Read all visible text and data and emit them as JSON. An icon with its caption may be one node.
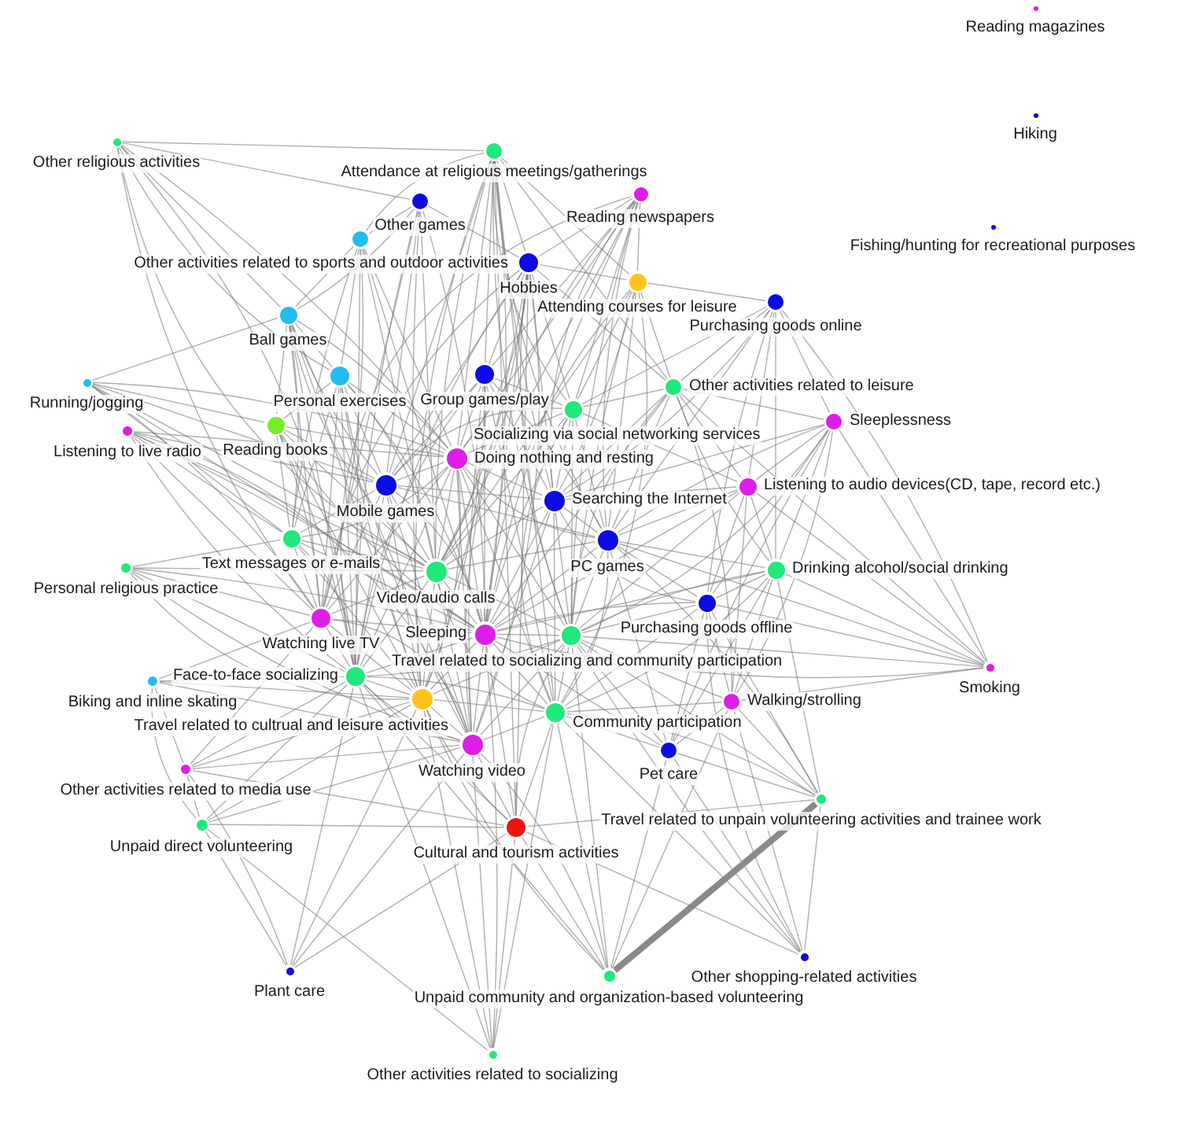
{
  "diagram": {
    "nodes": [
      {
        "text": [],
        "shape": "circle",
        "beside": [
          "Reading magazines"
        ]
      },
      {
        "text": [],
        "shape": "circle",
        "beside": [
          "Hiking"
        ]
      },
      {
        "text": [],
        "shape": "circle",
        "beside": [
          "Other religious activities"
        ]
      },
      {
        "text": [],
        "shape": "circle",
        "beside": [
          "Attendance at religious meetings/gatherings"
        ]
      },
      {
        "text": [],
        "shape": "circle",
        "beside": [
          "Reading newspapers"
        ]
      },
      {
        "text": [],
        "shape": "circle",
        "beside": [
          "Other games"
        ]
      },
      {
        "text": [],
        "shape": "circle",
        "beside": [
          "Fishing/hunting for recreational purposes"
        ]
      },
      {
        "text": [],
        "shape": "circle",
        "beside": [
          "Other activities related to sports and outdoor activities"
        ]
      },
      {
        "text": [],
        "shape": "circle",
        "beside": [
          "Hobbies"
        ]
      },
      {
        "text": [],
        "shape": "circle",
        "beside": [
          "Attending courses for leisure"
        ]
      },
      {
        "text": [],
        "shape": "circle",
        "beside": [
          "Purchasing goods online"
        ]
      },
      {
        "text": [],
        "shape": "circle",
        "beside": [
          "Ball games"
        ]
      },
      {
        "text": [],
        "shape": "circle",
        "beside": [
          "Group games/play"
        ]
      },
      {
        "text": [],
        "shape": "circle",
        "beside": [
          "Personal exercises"
        ]
      },
      {
        "text": [],
        "shape": "circle",
        "beside": [
          "Running/jogging"
        ]
      },
      {
        "text": [],
        "shape": "circle",
        "beside": [
          "Other activities related to leisure"
        ]
      },
      {
        "text": [],
        "shape": "circle",
        "beside": [
          "Socializing via social networking services"
        ]
      },
      {
        "text": [],
        "shape": "circle",
        "beside": [
          "Sleeplessness"
        ]
      },
      {
        "text": [],
        "shape": "circle",
        "beside": [
          "Reading books"
        ]
      },
      {
        "text": [],
        "shape": "circle",
        "beside": [
          "Listening to live radio"
        ]
      },
      {
        "text": [],
        "shape": "circle",
        "beside": [
          "Doing nothing and resting"
        ]
      },
      {
        "text": [],
        "shape": "circle",
        "beside": [
          "Mobile games"
        ]
      },
      {
        "text": [],
        "shape": "circle",
        "beside": [
          "Listening to audio devices(CD, tape, record etc.)"
        ]
      },
      {
        "text": [],
        "shape": "circle",
        "beside": [
          "Searching the Internet"
        ]
      },
      {
        "text": [],
        "shape": "circle",
        "beside": [
          "Text messages or e-mails"
        ]
      },
      {
        "text": [],
        "shape": "circle",
        "beside": [
          "PC games"
        ]
      },
      {
        "text": [],
        "shape": "circle",
        "beside": [
          "Personal religious practice"
        ]
      },
      {
        "text": [],
        "shape": "circle",
        "beside": [
          "Drinking alcohol/social drinking"
        ]
      },
      {
        "text": [],
        "shape": "circle",
        "beside": [
          "Video/audio calls"
        ]
      },
      {
        "text": [],
        "shape": "circle",
        "beside": [
          "Purchasing goods offline"
        ]
      },
      {
        "text": [],
        "shape": "circle",
        "beside": [
          "Watching live TV"
        ]
      },
      {
        "text": [],
        "shape": "circle",
        "beside": [
          "Sleeping"
        ]
      },
      {
        "text": [],
        "shape": "circle",
        "beside": [
          "Travel related to socializing and community participation"
        ]
      },
      {
        "text": [],
        "shape": "circle",
        "beside": [
          "Smoking"
        ]
      },
      {
        "text": [],
        "shape": "circle",
        "beside": [
          "Face-to-face socializing"
        ]
      },
      {
        "text": [],
        "shape": "circle",
        "beside": [
          "Biking and inline skating"
        ]
      },
      {
        "text": [],
        "shape": "circle",
        "beside": [
          "Travel related to cultrual and leisure activities"
        ]
      },
      {
        "text": [],
        "shape": "circle",
        "beside": [
          "Walking/strolling"
        ]
      },
      {
        "text": [],
        "shape": "circle",
        "beside": [
          "Community participation"
        ]
      },
      {
        "text": [],
        "shape": "circle",
        "beside": [
          "Watching video"
        ]
      },
      {
        "text": [],
        "shape": "circle",
        "beside": [
          "Pet care"
        ]
      },
      {
        "text": [],
        "shape": "circle",
        "beside": [
          "Other activities related to media use"
        ]
      },
      {
        "text": [],
        "shape": "circle",
        "beside": [
          "Travel related to unpain volunteering activities and trainee work"
        ]
      },
      {
        "text": [],
        "shape": "circle",
        "beside": [
          "Unpaid direct volunteering"
        ]
      },
      {
        "text": [],
        "shape": "circle",
        "beside": [
          "Cultural and tourism activities"
        ]
      },
      {
        "text": [],
        "shape": "circle",
        "beside": [
          "Other shopping-related activities"
        ]
      },
      {
        "text": [],
        "shape": "circle",
        "beside": [
          "Plant care"
        ]
      },
      {
        "text": [],
        "shape": "circle",
        "beside": [
          "Unpaid community and organization-based volunteering"
        ]
      },
      {
        "text": [],
        "shape": "circle",
        "beside": [
          "Other activities related to socializing"
        ]
      }
    ],
    "edges": [
      {
        "from": 2,
        "to": 3,
        "arrow": "none"
      },
      {
        "from": 2,
        "to": 5,
        "arrow": "none"
      },
      {
        "from": 2,
        "to": 11,
        "arrow": "none"
      },
      {
        "from": 2,
        "to": 13,
        "arrow": "none"
      },
      {
        "from": 2,
        "to": 20,
        "arrow": "none"
      },
      {
        "from": 2,
        "to": 28,
        "arrow": "none"
      },
      {
        "from": 2,
        "to": 30,
        "arrow": "none"
      },
      {
        "from": 2,
        "to": 34,
        "arrow": "none"
      },
      {
        "from": 3,
        "to": 7,
        "arrow": "none"
      },
      {
        "from": 3,
        "to": 8,
        "arrow": "none"
      },
      {
        "from": 3,
        "to": 9,
        "arrow": "none"
      },
      {
        "from": 3,
        "to": 12,
        "arrow": "none"
      },
      {
        "from": 3,
        "to": 15,
        "arrow": "none"
      },
      {
        "from": 3,
        "to": 16,
        "arrow": "none"
      },
      {
        "from": 3,
        "to": 20,
        "arrow": "none"
      },
      {
        "from": 3,
        "to": 21,
        "arrow": "none"
      },
      {
        "from": 3,
        "to": 23,
        "arrow": "none"
      },
      {
        "from": 3,
        "to": 25,
        "arrow": "none"
      },
      {
        "from": 3,
        "to": 28,
        "arrow": "none"
      },
      {
        "from": 3,
        "to": 31,
        "arrow": "none"
      },
      {
        "from": 3,
        "to": 32,
        "arrow": "none"
      },
      {
        "from": 3,
        "to": 36,
        "arrow": "none"
      },
      {
        "from": 3,
        "to": 38,
        "arrow": "none"
      },
      {
        "from": 3,
        "to": 44,
        "arrow": "none"
      },
      {
        "from": 4,
        "to": 8,
        "arrow": "none"
      },
      {
        "from": 4,
        "to": 9,
        "arrow": "none"
      },
      {
        "from": 4,
        "to": 12,
        "arrow": "none"
      },
      {
        "from": 4,
        "to": 16,
        "arrow": "none"
      },
      {
        "from": 4,
        "to": 20,
        "arrow": "none"
      },
      {
        "from": 4,
        "to": 23,
        "arrow": "none"
      },
      {
        "from": 4,
        "to": 25,
        "arrow": "none"
      },
      {
        "from": 4,
        "to": 28,
        "arrow": "none"
      },
      {
        "from": 4,
        "to": 31,
        "arrow": "none"
      },
      {
        "from": 4,
        "to": 32,
        "arrow": "none"
      },
      {
        "from": 4,
        "to": 34,
        "arrow": "none"
      },
      {
        "from": 4,
        "to": 39,
        "arrow": "none"
      },
      {
        "from": 5,
        "to": 7,
        "arrow": "none"
      },
      {
        "from": 5,
        "to": 8,
        "arrow": "none"
      },
      {
        "from": 5,
        "to": 11,
        "arrow": "none"
      },
      {
        "from": 5,
        "to": 21,
        "arrow": "none"
      },
      {
        "from": 5,
        "to": 28,
        "arrow": "none"
      },
      {
        "from": 5,
        "to": 30,
        "arrow": "none"
      },
      {
        "from": 5,
        "to": 31,
        "arrow": "none"
      },
      {
        "from": 5,
        "to": 34,
        "arrow": "none"
      },
      {
        "from": 5,
        "to": 36,
        "arrow": "none"
      },
      {
        "from": 7,
        "to": 11,
        "arrow": "none"
      },
      {
        "from": 7,
        "to": 13,
        "arrow": "none"
      },
      {
        "from": 7,
        "to": 20,
        "arrow": "none"
      },
      {
        "from": 7,
        "to": 24,
        "arrow": "none"
      },
      {
        "from": 7,
        "to": 28,
        "arrow": "none"
      },
      {
        "from": 7,
        "to": 30,
        "arrow": "none"
      },
      {
        "from": 7,
        "to": 31,
        "arrow": "none"
      },
      {
        "from": 7,
        "to": 34,
        "arrow": "none"
      },
      {
        "from": 8,
        "to": 9,
        "arrow": "none"
      },
      {
        "from": 8,
        "to": 12,
        "arrow": "none"
      },
      {
        "from": 8,
        "to": 15,
        "arrow": "none"
      },
      {
        "from": 8,
        "to": 16,
        "arrow": "none"
      },
      {
        "from": 8,
        "to": 20,
        "arrow": "none"
      },
      {
        "from": 8,
        "to": 21,
        "arrow": "none"
      },
      {
        "from": 8,
        "to": 23,
        "arrow": "none"
      },
      {
        "from": 8,
        "to": 28,
        "arrow": "none"
      },
      {
        "from": 8,
        "to": 30,
        "arrow": "none"
      },
      {
        "from": 8,
        "to": 31,
        "arrow": "none"
      },
      {
        "from": 8,
        "to": 32,
        "arrow": "none"
      },
      {
        "from": 8,
        "to": 34,
        "arrow": "none"
      },
      {
        "from": 8,
        "to": 36,
        "arrow": "none"
      },
      {
        "from": 8,
        "to": 39,
        "arrow": "none"
      },
      {
        "from": 8,
        "to": 44,
        "arrow": "none"
      },
      {
        "from": 9,
        "to": 10,
        "arrow": "none"
      },
      {
        "from": 9,
        "to": 15,
        "arrow": "none"
      },
      {
        "from": 9,
        "to": 16,
        "arrow": "none"
      },
      {
        "from": 9,
        "to": 23,
        "arrow": "none"
      },
      {
        "from": 9,
        "to": 25,
        "arrow": "none"
      },
      {
        "from": 9,
        "to": 28,
        "arrow": "none"
      },
      {
        "from": 9,
        "to": 31,
        "arrow": "none"
      },
      {
        "from": 9,
        "to": 32,
        "arrow": "none"
      },
      {
        "from": 9,
        "to": 38,
        "arrow": "none"
      },
      {
        "from": 10,
        "to": 15,
        "arrow": "none"
      },
      {
        "from": 10,
        "to": 16,
        "arrow": "none"
      },
      {
        "from": 10,
        "to": 17,
        "arrow": "none"
      },
      {
        "from": 10,
        "to": 22,
        "arrow": "none"
      },
      {
        "from": 10,
        "to": 23,
        "arrow": "none"
      },
      {
        "from": 10,
        "to": 25,
        "arrow": "none"
      },
      {
        "from": 10,
        "to": 27,
        "arrow": "none"
      },
      {
        "from": 10,
        "to": 29,
        "arrow": "none"
      },
      {
        "from": 10,
        "to": 33,
        "arrow": "none"
      },
      {
        "from": 11,
        "to": 13,
        "arrow": "none"
      },
      {
        "from": 11,
        "to": 14,
        "arrow": "none"
      },
      {
        "from": 11,
        "to": 18,
        "arrow": "none"
      },
      {
        "from": 11,
        "to": 20,
        "arrow": "none"
      },
      {
        "from": 11,
        "to": 21,
        "arrow": "none"
      },
      {
        "from": 11,
        "to": 24,
        "arrow": "none"
      },
      {
        "from": 11,
        "to": 28,
        "arrow": "none"
      },
      {
        "from": 11,
        "to": 30,
        "arrow": "none"
      },
      {
        "from": 11,
        "to": 34,
        "arrow": "none"
      },
      {
        "from": 11,
        "to": 36,
        "arrow": "none"
      },
      {
        "from": 11,
        "to": 39,
        "arrow": "none"
      },
      {
        "from": 12,
        "to": 16,
        "arrow": "none"
      },
      {
        "from": 12,
        "to": 20,
        "arrow": "none"
      },
      {
        "from": 12,
        "to": 21,
        "arrow": "none"
      },
      {
        "from": 12,
        "to": 23,
        "arrow": "none"
      },
      {
        "from": 12,
        "to": 25,
        "arrow": "none"
      },
      {
        "from": 12,
        "to": 28,
        "arrow": "none"
      },
      {
        "from": 12,
        "to": 31,
        "arrow": "none"
      },
      {
        "from": 12,
        "to": 34,
        "arrow": "none"
      },
      {
        "from": 12,
        "to": 36,
        "arrow": "none"
      },
      {
        "from": 12,
        "to": 38,
        "arrow": "none"
      },
      {
        "from": 12,
        "to": 39,
        "arrow": "none"
      },
      {
        "from": 13,
        "to": 18,
        "arrow": "none"
      },
      {
        "from": 13,
        "to": 20,
        "arrow": "none"
      },
      {
        "from": 13,
        "to": 21,
        "arrow": "none"
      },
      {
        "from": 13,
        "to": 24,
        "arrow": "none"
      },
      {
        "from": 13,
        "to": 28,
        "arrow": "none"
      },
      {
        "from": 13,
        "to": 30,
        "arrow": "none"
      },
      {
        "from": 13,
        "to": 31,
        "arrow": "none"
      },
      {
        "from": 13,
        "to": 34,
        "arrow": "none"
      },
      {
        "from": 13,
        "to": 36,
        "arrow": "none"
      },
      {
        "from": 13,
        "to": 39,
        "arrow": "none"
      },
      {
        "from": 14,
        "to": 18,
        "arrow": "none"
      },
      {
        "from": 14,
        "to": 20,
        "arrow": "none"
      },
      {
        "from": 14,
        "to": 21,
        "arrow": "none"
      },
      {
        "from": 14,
        "to": 24,
        "arrow": "none"
      },
      {
        "from": 14,
        "to": 28,
        "arrow": "none"
      },
      {
        "from": 14,
        "to": 30,
        "arrow": "none"
      },
      {
        "from": 14,
        "to": 31,
        "arrow": "none"
      },
      {
        "from": 15,
        "to": 16,
        "arrow": "none"
      },
      {
        "from": 15,
        "to": 17,
        "arrow": "none"
      },
      {
        "from": 15,
        "to": 22,
        "arrow": "none"
      },
      {
        "from": 15,
        "to": 23,
        "arrow": "none"
      },
      {
        "from": 15,
        "to": 25,
        "arrow": "none"
      },
      {
        "from": 15,
        "to": 27,
        "arrow": "none"
      },
      {
        "from": 15,
        "to": 31,
        "arrow": "none"
      },
      {
        "from": 15,
        "to": 32,
        "arrow": "none"
      },
      {
        "from": 15,
        "to": 33,
        "arrow": "none"
      },
      {
        "from": 15,
        "to": 37,
        "arrow": "none"
      },
      {
        "from": 16,
        "to": 20,
        "arrow": "none"
      },
      {
        "from": 16,
        "to": 21,
        "arrow": "none"
      },
      {
        "from": 16,
        "to": 22,
        "arrow": "none"
      },
      {
        "from": 16,
        "to": 23,
        "arrow": "none"
      },
      {
        "from": 16,
        "to": 25,
        "arrow": "none"
      },
      {
        "from": 16,
        "to": 28,
        "arrow": "none"
      },
      {
        "from": 16,
        "to": 31,
        "arrow": "none"
      },
      {
        "from": 16,
        "to": 32,
        "arrow": "none"
      },
      {
        "from": 16,
        "to": 38,
        "arrow": "none"
      },
      {
        "from": 17,
        "to": 22,
        "arrow": "none"
      },
      {
        "from": 17,
        "to": 23,
        "arrow": "none"
      },
      {
        "from": 17,
        "to": 25,
        "arrow": "none"
      },
      {
        "from": 17,
        "to": 27,
        "arrow": "none"
      },
      {
        "from": 17,
        "to": 29,
        "arrow": "none"
      },
      {
        "from": 17,
        "to": 32,
        "arrow": "none"
      },
      {
        "from": 17,
        "to": 33,
        "arrow": "none"
      },
      {
        "from": 17,
        "to": 37,
        "arrow": "none"
      },
      {
        "from": 17,
        "to": 40,
        "arrow": "none"
      },
      {
        "from": 18,
        "to": 20,
        "arrow": "none"
      },
      {
        "from": 18,
        "to": 21,
        "arrow": "none"
      },
      {
        "from": 18,
        "to": 24,
        "arrow": "none"
      },
      {
        "from": 18,
        "to": 28,
        "arrow": "none"
      },
      {
        "from": 18,
        "to": 30,
        "arrow": "none"
      },
      {
        "from": 18,
        "to": 31,
        "arrow": "none"
      },
      {
        "from": 18,
        "to": 34,
        "arrow": "none"
      },
      {
        "from": 18,
        "to": 36,
        "arrow": "none"
      },
      {
        "from": 19,
        "to": 20,
        "arrow": "none"
      },
      {
        "from": 19,
        "to": 21,
        "arrow": "none"
      },
      {
        "from": 19,
        "to": 24,
        "arrow": "none"
      },
      {
        "from": 19,
        "to": 28,
        "arrow": "none"
      },
      {
        "from": 19,
        "to": 30,
        "arrow": "none"
      },
      {
        "from": 19,
        "to": 31,
        "arrow": "none"
      },
      {
        "from": 19,
        "to": 34,
        "arrow": "none"
      },
      {
        "from": 19,
        "to": 39,
        "arrow": "none"
      },
      {
        "from": 20,
        "to": 21,
        "arrow": "none"
      },
      {
        "from": 20,
        "to": 23,
        "arrow": "none"
      },
      {
        "from": 20,
        "to": 24,
        "arrow": "none"
      },
      {
        "from": 20,
        "to": 25,
        "arrow": "none"
      },
      {
        "from": 20,
        "to": 28,
        "arrow": "none"
      },
      {
        "from": 20,
        "to": 30,
        "arrow": "none"
      },
      {
        "from": 20,
        "to": 31,
        "arrow": "none"
      },
      {
        "from": 20,
        "to": 32,
        "arrow": "none"
      },
      {
        "from": 20,
        "to": 34,
        "arrow": "none"
      },
      {
        "from": 20,
        "to": 36,
        "arrow": "none"
      },
      {
        "from": 20,
        "to": 38,
        "arrow": "none"
      },
      {
        "from": 20,
        "to": 39,
        "arrow": "none"
      },
      {
        "from": 21,
        "to": 23,
        "arrow": "none"
      },
      {
        "from": 21,
        "to": 24,
        "arrow": "none"
      },
      {
        "from": 21,
        "to": 25,
        "arrow": "none"
      },
      {
        "from": 21,
        "to": 28,
        "arrow": "none"
      },
      {
        "from": 21,
        "to": 30,
        "arrow": "none"
      },
      {
        "from": 21,
        "to": 31,
        "arrow": "none"
      },
      {
        "from": 21,
        "to": 34,
        "arrow": "none"
      },
      {
        "from": 21,
        "to": 36,
        "arrow": "none"
      },
      {
        "from": 21,
        "to": 39,
        "arrow": "none"
      },
      {
        "from": 22,
        "to": 23,
        "arrow": "none"
      },
      {
        "from": 22,
        "to": 25,
        "arrow": "none"
      },
      {
        "from": 22,
        "to": 27,
        "arrow": "none"
      },
      {
        "from": 22,
        "to": 29,
        "arrow": "none"
      },
      {
        "from": 22,
        "to": 31,
        "arrow": "none"
      },
      {
        "from": 22,
        "to": 32,
        "arrow": "none"
      },
      {
        "from": 22,
        "to": 33,
        "arrow": "none"
      },
      {
        "from": 22,
        "to": 37,
        "arrow": "none"
      },
      {
        "from": 23,
        "to": 25,
        "arrow": "none"
      },
      {
        "from": 23,
        "to": 28,
        "arrow": "none"
      },
      {
        "from": 23,
        "to": 29,
        "arrow": "none"
      },
      {
        "from": 23,
        "to": 31,
        "arrow": "none"
      },
      {
        "from": 23,
        "to": 32,
        "arrow": "none"
      },
      {
        "from": 23,
        "to": 38,
        "arrow": "none"
      },
      {
        "from": 23,
        "to": 39,
        "arrow": "none"
      },
      {
        "from": 24,
        "to": 26,
        "arrow": "none"
      },
      {
        "from": 24,
        "to": 28,
        "arrow": "none"
      },
      {
        "from": 24,
        "to": 30,
        "arrow": "none"
      },
      {
        "from": 24,
        "to": 31,
        "arrow": "none"
      },
      {
        "from": 24,
        "to": 34,
        "arrow": "none"
      },
      {
        "from": 24,
        "to": 36,
        "arrow": "none"
      },
      {
        "from": 25,
        "to": 27,
        "arrow": "none"
      },
      {
        "from": 25,
        "to": 28,
        "arrow": "none"
      },
      {
        "from": 25,
        "to": 29,
        "arrow": "none"
      },
      {
        "from": 25,
        "to": 31,
        "arrow": "none"
      },
      {
        "from": 25,
        "to": 32,
        "arrow": "none"
      },
      {
        "from": 25,
        "to": 33,
        "arrow": "none"
      },
      {
        "from": 25,
        "to": 38,
        "arrow": "none"
      },
      {
        "from": 25,
        "to": 40,
        "arrow": "none"
      },
      {
        "from": 25,
        "to": 42,
        "arrow": "none"
      },
      {
        "from": 26,
        "to": 28,
        "arrow": "none"
      },
      {
        "from": 26,
        "to": 30,
        "arrow": "none"
      },
      {
        "from": 26,
        "to": 31,
        "arrow": "none"
      },
      {
        "from": 26,
        "to": 34,
        "arrow": "none"
      },
      {
        "from": 26,
        "to": 36,
        "arrow": "none"
      },
      {
        "from": 26,
        "to": 39,
        "arrow": "none"
      },
      {
        "from": 27,
        "to": 29,
        "arrow": "none"
      },
      {
        "from": 27,
        "to": 31,
        "arrow": "none"
      },
      {
        "from": 27,
        "to": 32,
        "arrow": "none"
      },
      {
        "from": 27,
        "to": 33,
        "arrow": "none"
      },
      {
        "from": 27,
        "to": 37,
        "arrow": "none"
      },
      {
        "from": 27,
        "to": 38,
        "arrow": "none"
      },
      {
        "from": 27,
        "to": 40,
        "arrow": "none"
      },
      {
        "from": 27,
        "to": 42,
        "arrow": "none"
      },
      {
        "from": 28,
        "to": 30,
        "arrow": "none"
      },
      {
        "from": 28,
        "to": 31,
        "arrow": "none"
      },
      {
        "from": 28,
        "to": 32,
        "arrow": "none"
      },
      {
        "from": 28,
        "to": 34,
        "arrow": "none"
      },
      {
        "from": 28,
        "to": 36,
        "arrow": "none"
      },
      {
        "from": 28,
        "to": 38,
        "arrow": "none"
      },
      {
        "from": 28,
        "to": 39,
        "arrow": "none"
      },
      {
        "from": 29,
        "to": 31,
        "arrow": "none"
      },
      {
        "from": 29,
        "to": 32,
        "arrow": "none"
      },
      {
        "from": 29,
        "to": 33,
        "arrow": "none"
      },
      {
        "from": 29,
        "to": 37,
        "arrow": "none"
      },
      {
        "from": 29,
        "to": 38,
        "arrow": "none"
      },
      {
        "from": 29,
        "to": 40,
        "arrow": "none"
      },
      {
        "from": 29,
        "to": 42,
        "arrow": "none"
      },
      {
        "from": 29,
        "to": 45,
        "arrow": "none"
      },
      {
        "from": 30,
        "to": 31,
        "arrow": "none"
      },
      {
        "from": 30,
        "to": 34,
        "arrow": "none"
      },
      {
        "from": 30,
        "to": 35,
        "arrow": "none"
      },
      {
        "from": 30,
        "to": 36,
        "arrow": "none"
      },
      {
        "from": 30,
        "to": 39,
        "arrow": "none"
      },
      {
        "from": 30,
        "to": 41,
        "arrow": "none"
      },
      {
        "from": 31,
        "to": 32,
        "arrow": "none"
      },
      {
        "from": 31,
        "to": 33,
        "arrow": "none"
      },
      {
        "from": 31,
        "to": 34,
        "arrow": "none"
      },
      {
        "from": 31,
        "to": 36,
        "arrow": "none"
      },
      {
        "from": 31,
        "to": 38,
        "arrow": "none"
      },
      {
        "from": 31,
        "to": 39,
        "arrow": "none"
      },
      {
        "from": 31,
        "to": 40,
        "arrow": "none"
      },
      {
        "from": 31,
        "to": 44,
        "arrow": "none"
      },
      {
        "from": 31,
        "to": 48,
        "arrow": "none"
      },
      {
        "from": 32,
        "to": 33,
        "arrow": "none"
      },
      {
        "from": 32,
        "to": 34,
        "arrow": "none"
      },
      {
        "from": 32,
        "to": 36,
        "arrow": "none"
      },
      {
        "from": 32,
        "to": 37,
        "arrow": "none"
      },
      {
        "from": 32,
        "to": 38,
        "arrow": "none"
      },
      {
        "from": 32,
        "to": 39,
        "arrow": "none"
      },
      {
        "from": 32,
        "to": 40,
        "arrow": "none"
      },
      {
        "from": 32,
        "to": 42,
        "arrow": "none"
      },
      {
        "from": 32,
        "to": 44,
        "arrow": "none"
      },
      {
        "from": 32,
        "to": 45,
        "arrow": "none"
      },
      {
        "from": 32,
        "to": 47,
        "arrow": "none"
      },
      {
        "from": 33,
        "to": 37,
        "arrow": "none"
      },
      {
        "from": 34,
        "to": 35,
        "arrow": "none"
      },
      {
        "from": 34,
        "to": 36,
        "arrow": "none"
      },
      {
        "from": 34,
        "to": 38,
        "arrow": "none"
      },
      {
        "from": 34,
        "to": 39,
        "arrow": "none"
      },
      {
        "from": 34,
        "to": 41,
        "arrow": "none"
      },
      {
        "from": 34,
        "to": 43,
        "arrow": "none"
      },
      {
        "from": 34,
        "to": 44,
        "arrow": "none"
      },
      {
        "from": 34,
        "to": 46,
        "arrow": "none"
      },
      {
        "from": 34,
        "to": 47,
        "arrow": "none"
      },
      {
        "from": 34,
        "to": 48,
        "arrow": "none"
      },
      {
        "from": 35,
        "to": 36,
        "arrow": "none"
      },
      {
        "from": 35,
        "to": 39,
        "arrow": "none"
      },
      {
        "from": 35,
        "to": 41,
        "arrow": "none"
      },
      {
        "from": 35,
        "to": 43,
        "arrow": "none"
      },
      {
        "from": 36,
        "to": 38,
        "arrow": "none"
      },
      {
        "from": 36,
        "to": 39,
        "arrow": "none"
      },
      {
        "from": 36,
        "to": 41,
        "arrow": "none"
      },
      {
        "from": 36,
        "to": 43,
        "arrow": "none"
      },
      {
        "from": 36,
        "to": 44,
        "arrow": "none"
      },
      {
        "from": 36,
        "to": 46,
        "arrow": "none"
      },
      {
        "from": 36,
        "to": 47,
        "arrow": "none"
      },
      {
        "from": 36,
        "to": 48,
        "arrow": "none"
      },
      {
        "from": 37,
        "to": 38,
        "arrow": "none"
      },
      {
        "from": 37,
        "to": 40,
        "arrow": "none"
      },
      {
        "from": 37,
        "to": 42,
        "arrow": "none"
      },
      {
        "from": 37,
        "to": 45,
        "arrow": "none"
      },
      {
        "from": 37,
        "to": 47,
        "arrow": "none"
      },
      {
        "from": 38,
        "to": 39,
        "arrow": "none"
      },
      {
        "from": 38,
        "to": 40,
        "arrow": "none"
      },
      {
        "from": 38,
        "to": 42,
        "arrow": "none"
      },
      {
        "from": 38,
        "to": 44,
        "arrow": "none"
      },
      {
        "from": 38,
        "to": 45,
        "arrow": "none"
      },
      {
        "from": 38,
        "to": 47,
        "arrow": "none"
      },
      {
        "from": 38,
        "to": 48,
        "arrow": "none"
      },
      {
        "from": 39,
        "to": 41,
        "arrow": "none"
      },
      {
        "from": 39,
        "to": 43,
        "arrow": "none"
      },
      {
        "from": 39,
        "to": 44,
        "arrow": "none"
      },
      {
        "from": 39,
        "to": 46,
        "arrow": "none"
      },
      {
        "from": 39,
        "to": 47,
        "arrow": "none"
      },
      {
        "from": 39,
        "to": 48,
        "arrow": "none"
      },
      {
        "from": 40,
        "to": 42,
        "arrow": "none"
      },
      {
        "from": 40,
        "to": 45,
        "arrow": "none"
      },
      {
        "from": 40,
        "to": 47,
        "arrow": "none"
      },
      {
        "from": 41,
        "to": 43,
        "arrow": "none"
      },
      {
        "from": 41,
        "to": 44,
        "arrow": "none"
      },
      {
        "from": 41,
        "to": 46,
        "arrow": "none"
      },
      {
        "from": 42,
        "to": 44,
        "arrow": "none"
      },
      {
        "from": 42,
        "to": 45,
        "arrow": "none"
      },
      {
        "from": 42,
        "to": 47,
        "arrow": "none",
        "style": "thick"
      },
      {
        "from": 43,
        "to": 44,
        "arrow": "none"
      },
      {
        "from": 43,
        "to": 46,
        "arrow": "none"
      },
      {
        "from": 43,
        "to": 48,
        "arrow": "none"
      },
      {
        "from": 44,
        "to": 45,
        "arrow": "none"
      },
      {
        "from": 44,
        "to": 46,
        "arrow": "none"
      },
      {
        "from": 44,
        "to": 47,
        "arrow": "none"
      },
      {
        "from": 44,
        "to": 48,
        "arrow": "none"
      }
    ]
  }
}
